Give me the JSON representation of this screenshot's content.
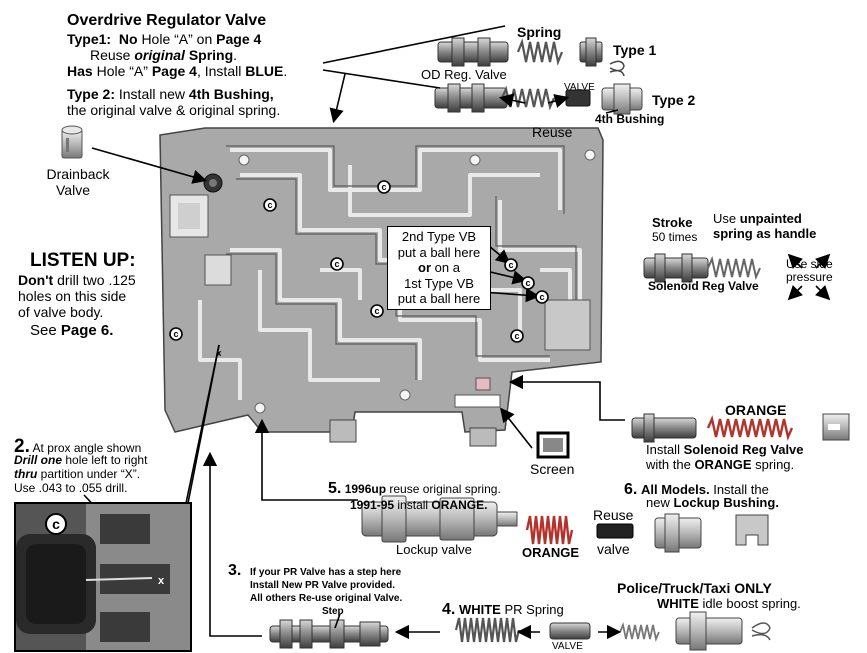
{
  "overdrive": {
    "title": "Overdrive Regulator Valve",
    "type1_label": "Type1:",
    "type1_no": "No",
    "type1_rest": "Hole “A” on",
    "type1_page": "Page 4",
    "reuse_prefix": "Reuse",
    "reuse_original": "original",
    "reuse_spring": "Spring",
    "has_prefix": "Has",
    "has_rest": "Hole “A”",
    "has_page": "Page 4",
    "has_install": ", Install",
    "has_blue": "BLUE",
    "type2_label": "Type 2:",
    "type2_rest": "Install new",
    "type2_bushing": "4th Bushing,",
    "type2_line2": "the original valve & original spring."
  },
  "drainback": {
    "line1": "Drainback",
    "line2": "Valve"
  },
  "listen": {
    "title": "LISTEN UP:",
    "dont": "Don't",
    "line1_rest": "drill two .125",
    "line2": "holes on this side",
    "line3": "of valve body.",
    "see_prefix": "See",
    "see_page": "Page 6."
  },
  "step2": {
    "num": "2.",
    "line1": "At prox angle shown",
    "drill_one": "Drill one",
    "line2_rest": "hole left to right",
    "thru": "thru",
    "line3_rest": "partition under “X”.",
    "line4": "Use .043 to .055 drill."
  },
  "ball_box": {
    "line1": "2nd Type VB",
    "line2": "put a ball here",
    "line3_or": "or",
    "line3_rest": "on a",
    "line4": "1st Type VB",
    "line5": "put a ball here"
  },
  "spring_top": {
    "spring": "Spring",
    "type1": "Type 1",
    "type2": "Type 2",
    "od_reg": "OD Reg. Valve",
    "valve": "VALVE",
    "reuse": "Reuse",
    "fourth_bushing": "4th Bushing"
  },
  "solenoid": {
    "stroke": "Stroke",
    "times": "50 times",
    "use_unpainted_prefix": "Use",
    "use_unpainted": "unpainted",
    "spring_handle": "spring as handle",
    "label": "Solenoid Reg Valve",
    "use_side": "Use side",
    "pressure": "pressure"
  },
  "orange_block": {
    "title": "ORANGE",
    "line1_prefix": "Install",
    "line1_bold": "Solenoid Reg Valve",
    "line2_prefix": "with the",
    "line2_bold": "ORANGE",
    "line2_suffix": "spring."
  },
  "screen": {
    "label": "Screen"
  },
  "step5": {
    "num": "5.",
    "line1_bold": "1996up",
    "line1_rest": "reuse original spring.",
    "line2_bold": "1991-95",
    "line2_rest": "install",
    "line2_orange": "ORANGE.",
    "lockup_valve": "Lockup valve",
    "orange": "ORANGE",
    "reuse": "Reuse",
    "valve": "valve"
  },
  "step6": {
    "num": "6.",
    "line1_bold": "All Models.",
    "line1_rest": "Install the",
    "line2_prefix": "new",
    "line2_bold": "Lockup Bushing."
  },
  "step3": {
    "num": "3.",
    "line1": "If your PR Valve has a step here",
    "line2": "Install New PR Valve provided.",
    "line3": "All others Re-use original Valve.",
    "step": "Step"
  },
  "step4": {
    "num": "4.",
    "white": "WHITE",
    "rest": "PR Spring",
    "valve": "VALVE"
  },
  "police": {
    "title": "Police/Truck/Taxi ONLY",
    "white": "WHITE",
    "rest": "idle boost spring."
  },
  "markers": {
    "c": "c",
    "x": "x"
  },
  "colors": {
    "metal": "#9a9a9a",
    "metal_dark": "#5a5a5a",
    "spring_orange": "#b4322a",
    "spring_grey": "#555555"
  }
}
